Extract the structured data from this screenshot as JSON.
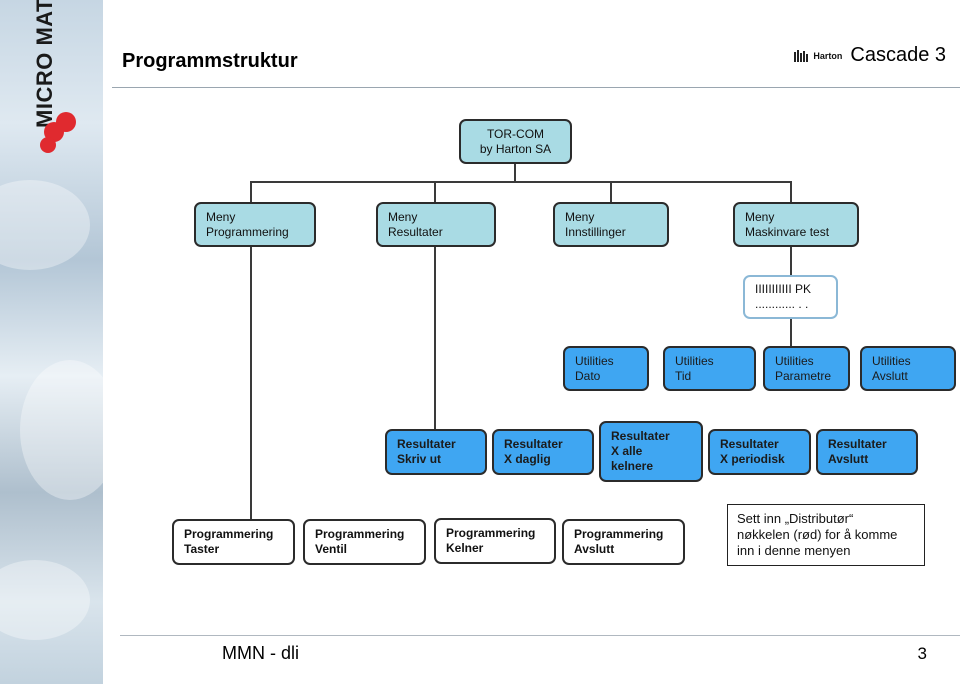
{
  "header": {
    "title": "Programmstruktur",
    "brand_small": "Harton",
    "brand_product": "Cascade 3"
  },
  "sidebar": {
    "logo_text": "MICRO MATIC"
  },
  "diagram": {
    "root": [
      "TOR-COM",
      "by Harton SA"
    ],
    "meny": [
      [
        "Meny",
        "Programmering"
      ],
      [
        "Meny",
        "Resultater"
      ],
      [
        "Meny",
        "Innstillinger"
      ],
      [
        "Meny",
        "Maskinvare test"
      ]
    ],
    "pk": [
      "IIIIIIIIIII PK",
      "............ . ."
    ],
    "utilities": [
      [
        "Utilities",
        "Dato"
      ],
      [
        "Utilities",
        "Tid"
      ],
      [
        "Utilities",
        "Parametre"
      ],
      [
        "Utilities",
        "Avslutt"
      ]
    ],
    "resultater": [
      [
        "Resultater",
        "Skriv ut"
      ],
      [
        "Resultater",
        "X daglig"
      ],
      [
        "Resultater",
        "X alle",
        "kelnere"
      ],
      [
        "Resultater",
        "X periodisk"
      ],
      [
        "Resultater",
        "Avslutt"
      ]
    ],
    "programmering": [
      [
        "Programmering",
        "Taster"
      ],
      [
        "Programmering",
        "Ventil"
      ],
      [
        "Programmering",
        "Kelner"
      ],
      [
        "Programmering",
        "Avslutt"
      ]
    ],
    "note": [
      "Sett inn „Distributør“",
      "nøkkelen (rød) for å komme",
      "inn i denne menyen"
    ]
  },
  "footer": {
    "left": "MMN - dli",
    "page_number": "3"
  }
}
